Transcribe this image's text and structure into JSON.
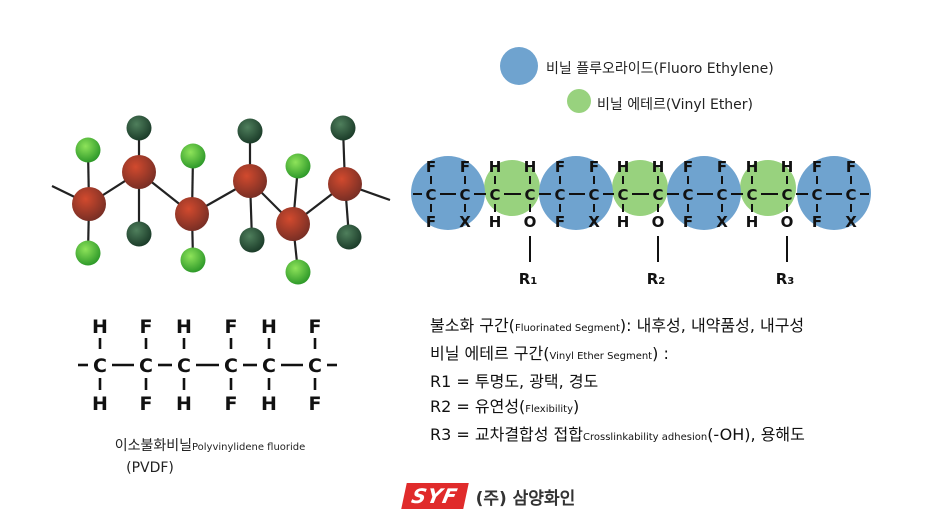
{
  "legend": [
    {
      "label": "비닐 플루오라이드(Fluoro Ethylene)",
      "color": "#6fa3cf"
    },
    {
      "label": "비닐 에테르(Vinyl Ether)",
      "color": "#98d27e"
    }
  ],
  "pvdf_formula": {
    "top": [
      "H",
      "F",
      "H",
      "F",
      "H",
      "F"
    ],
    "middle": [
      "C",
      "C",
      "C",
      "C",
      "C",
      "C"
    ],
    "bottom": [
      "H",
      "F",
      "H",
      "F",
      "H",
      "F"
    ]
  },
  "copolymer_formula": {
    "top": [
      "F",
      "F",
      "H",
      "H",
      "F",
      "F",
      "H",
      "H",
      "F",
      "F",
      "H",
      "H",
      "F",
      "F"
    ],
    "middle": [
      "C",
      "C",
      "C",
      "C",
      "C",
      "C",
      "C",
      "C",
      "C",
      "C",
      "C",
      "C",
      "C",
      "C"
    ],
    "bottom": [
      "F",
      "X",
      "H",
      "O",
      "F",
      "X",
      "H",
      "O",
      "F",
      "X",
      "H",
      "O",
      "F",
      "X"
    ],
    "r_groups": [
      "R1",
      "R2",
      "R3"
    ]
  },
  "pvdf_caption": {
    "name_ko": "이소불화비닐",
    "name_en": "Polyvinylidene fluoride",
    "abbr": "(PVDF)"
  },
  "description": {
    "line1_main": "불소화 구간(",
    "line1_small": "Fluorinated Segment",
    "line1_rest": "): 내후성, 내약품성, 내구성",
    "line2_main": "비닐 에테르 구간(",
    "line2_small": "Vinyl Ether Segment",
    "line2_rest": ") :",
    "line3": "R1 = 투명도, 광택, 경도",
    "line4_main": "R2 = 유연성(",
    "line4_small": "Flexibility",
    "line4_rest": ")",
    "line5_main": "R3 = 교차결합성 접합",
    "line5_small": "Crosslinkability adhesion",
    "line5_rest": "(-OH), 용해도"
  },
  "logo": {
    "brand": "SYF",
    "company": "(주) 삼양화인",
    "color": "#e02b2b"
  }
}
